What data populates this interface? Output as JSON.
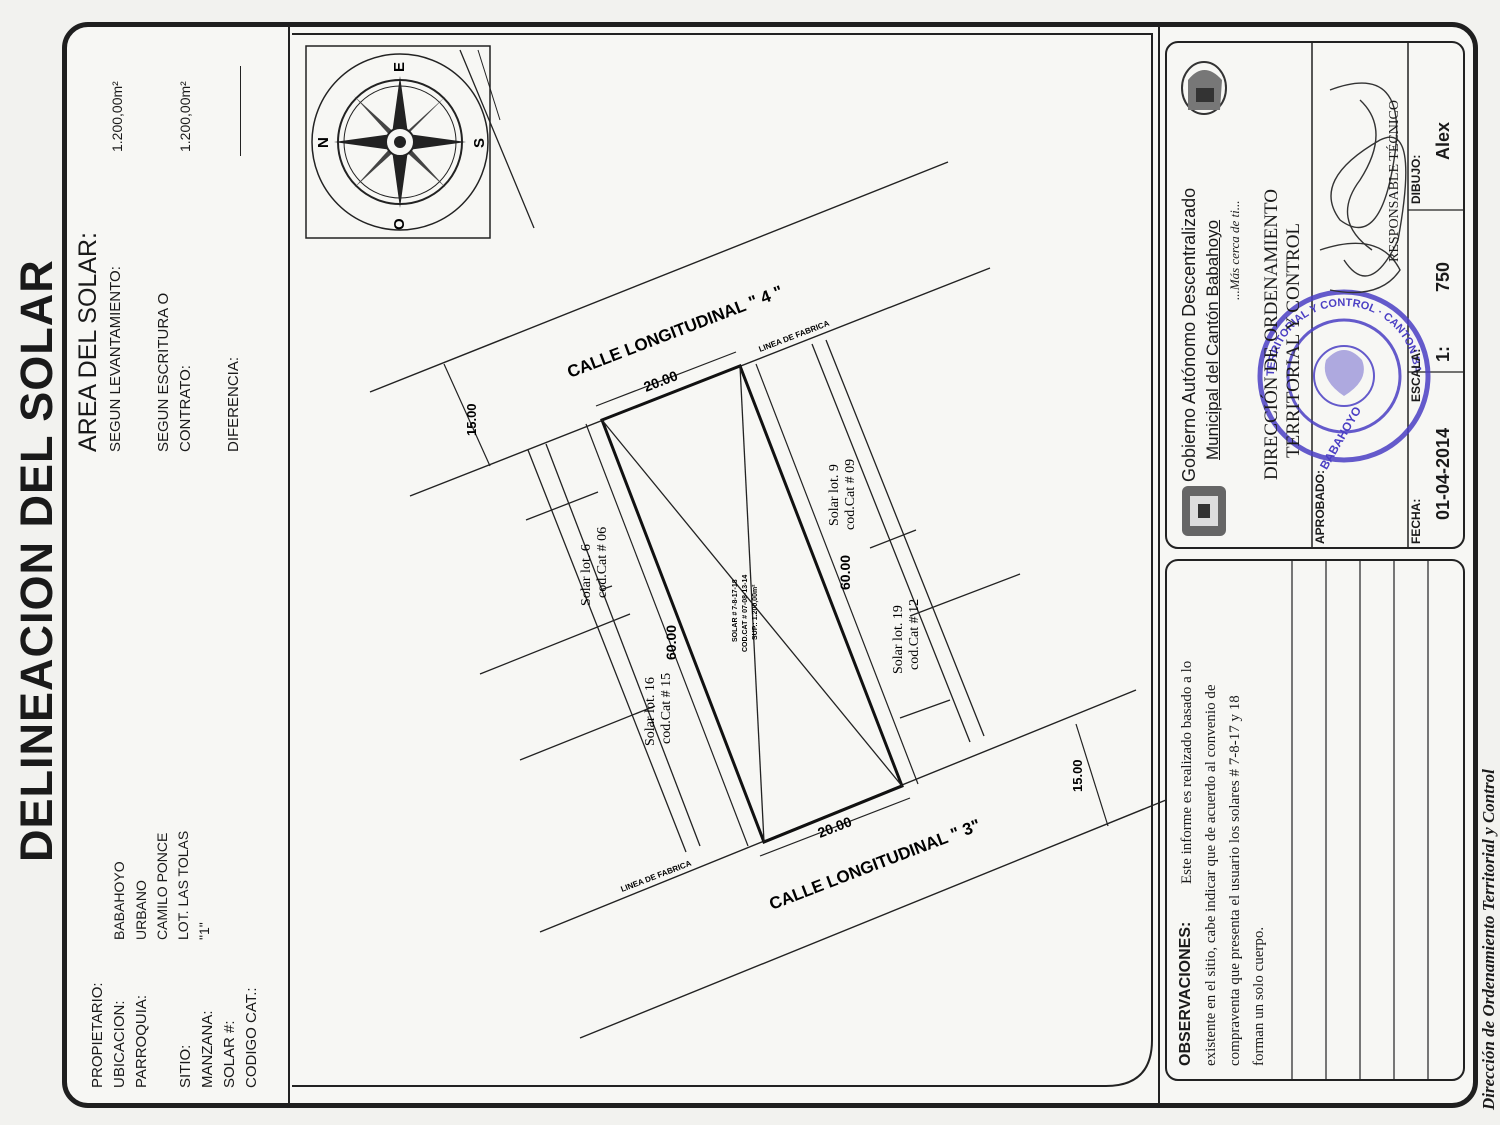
{
  "title": "DELINEACION DEL SOLAR",
  "solar_area": {
    "heading": "AREA DEL SOLAR:",
    "survey_label": "SEGUN LEVANTAMIENTO:",
    "survey_value": "1.200,00m²",
    "deed_label_1": "SEGUN ESCRITURA O",
    "deed_label_2": "CONTRATO:",
    "deed_value": "1.200,00m²",
    "difference_label": "DIFERENCIA:"
  },
  "owner_info": {
    "labels": [
      "PROPIETARIO:",
      "UBICACION:",
      "PARROQUIA:",
      "",
      "SITIO:",
      "MANZANA:",
      "SOLAR #:",
      "CODIGO CAT.:"
    ],
    "values": [
      "BABAHOYO",
      "URBANO",
      "CAMILO PONCE",
      "LOT. LAS TOLAS",
      "\"1\""
    ]
  },
  "compass": {
    "n": "N",
    "s": "S",
    "e": "E",
    "o": "O"
  },
  "plan": {
    "street_top": "CALLE LONGITUDINAL \" 4 \"",
    "street_bottom": "CALLE LONGITUDINAL \" 3\"",
    "line_top": "LINEA DE FABRICA",
    "line_bottom": "LINEA DE FABRICA",
    "width_top": "20.00",
    "width_bottom": "20.00",
    "length_left": "60.00",
    "length_right": "60.00",
    "street_width_top": "15.00",
    "street_width_bottom": "15.00",
    "neighbors": [
      {
        "line1": "Solar lot. 6",
        "line2": "cod.Cat # 06"
      },
      {
        "line1": "Solar lot. 9",
        "line2": "cod.Cat # 09"
      },
      {
        "line1": "Solar lot. 16",
        "line2": "cod.Cat # 15"
      },
      {
        "line1": "Solar lot. 19",
        "line2": "cod.Cat # 12"
      }
    ],
    "center": {
      "line1": "SOLAR # 7-8-17-18",
      "line2": "COD.CAT # 07-08-13-14",
      "line3": "SUP.: 1.200,00m²"
    }
  },
  "institution": {
    "name_1": "Gobierno Autónomo Descentralizado",
    "name_2": "Municipal del Cantón Babahoyo",
    "motto": "...Más cerca de ti...",
    "dept_1": "DIRECCIÓN DE ORDENAMIENTO",
    "dept_2": "TERRITORIAL Y CONTROL",
    "approved_label": "APROBADO:",
    "responsible_label": "RESPONSABLE TÉCNICO",
    "seal_text": "TERRITORIAL Y CONTROL · CANTON BABAHOYO · DIRECCION DE ORDENAMIENTO ·",
    "seal_inner": "BABAHOYO"
  },
  "footer_block": {
    "date_label": "FECHA:",
    "date_value": "01-04-2014",
    "scale_label": "ESCALA:",
    "scale_value_1": "1:",
    "scale_value_2": "750",
    "drawing_label": "DIBUJO:",
    "drawing_value": "Alex"
  },
  "observations": {
    "label": "OBSERVACIONES:",
    "line_1": "Este informe es realizado basado a lo",
    "line_2": "existente en el sitio, cabe indicar que de acuerdo al convenio de",
    "line_3": "compraventa que presenta el usuario los solares # 7-8-17 y 18",
    "line_4": "forman un solo cuerpo."
  },
  "footer_note": "Dirección de Ordenamiento Territorial y Control",
  "colors": {
    "ink": "#1a1a1a",
    "stamp": "#4b3fc4",
    "paper": "#f7f7f4"
  }
}
